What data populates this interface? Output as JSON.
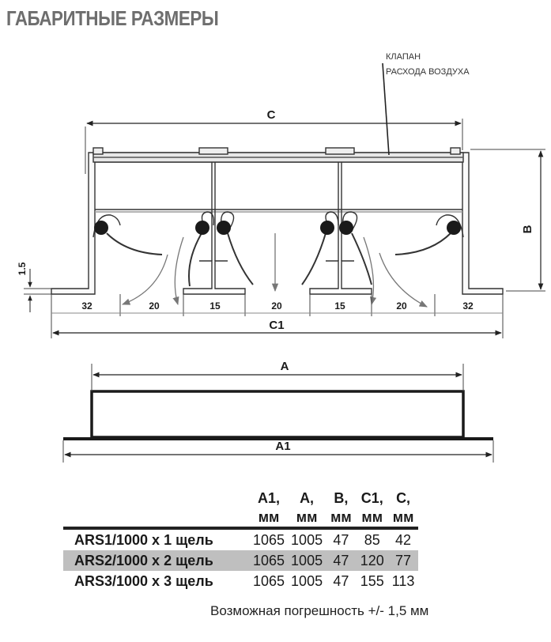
{
  "title": "ГАБАРИТНЫЕ РАЗМЕРЫ",
  "callout": {
    "line1": "КЛАПАН",
    "line2": "РАСХОДА ВОЗДУХА"
  },
  "section": {
    "c": "C",
    "b": "B",
    "c1": "C1",
    "lip": "1.5",
    "segments": [
      "32",
      "20",
      "15",
      "20",
      "15",
      "20",
      "32"
    ]
  },
  "plan": {
    "a": "A",
    "a1": "A1"
  },
  "table": {
    "headers": [
      {
        "top": "A1,",
        "bottom": "мм"
      },
      {
        "top": "A,",
        "bottom": "мм"
      },
      {
        "top": "B,",
        "bottom": "мм"
      },
      {
        "top": "C1,",
        "bottom": "мм"
      },
      {
        "top": "C,",
        "bottom": "мм"
      }
    ],
    "rows": [
      {
        "model": "ARS1/1000 x 1 щель",
        "a1": "1065",
        "a": "1005",
        "b": "47",
        "c1": "85",
        "c": "42"
      },
      {
        "model": "ARS2/1000 x 2 щель",
        "a1": "1065",
        "a": "1005",
        "b": "47",
        "c1": "120",
        "c": "77"
      },
      {
        "model": "ARS3/1000 x 3 щель",
        "a1": "1065",
        "a": "1005",
        "b": "47",
        "c1": "155",
        "c": "113"
      }
    ]
  },
  "note": "Возможная погрешность +/- 1,5 мм"
}
